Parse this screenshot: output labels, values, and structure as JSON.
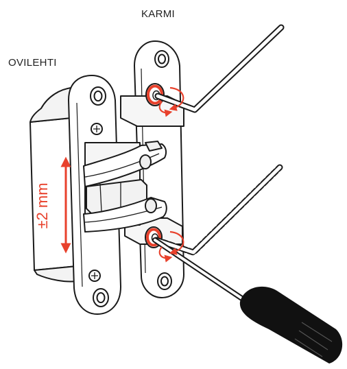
{
  "labels": {
    "frame": "KARMI",
    "door_leaf": "OVILEHTI",
    "adjustment": "±2 mm"
  },
  "colors": {
    "line": "#1a1a1a",
    "accent": "#e8412c",
    "fill": "#ffffff",
    "shade": "#efefef",
    "handle": "#111111"
  },
  "icons": [
    "hex-key-icon",
    "screwdriver-icon",
    "rotation-arrow-icon",
    "double-arrow-icon"
  ]
}
